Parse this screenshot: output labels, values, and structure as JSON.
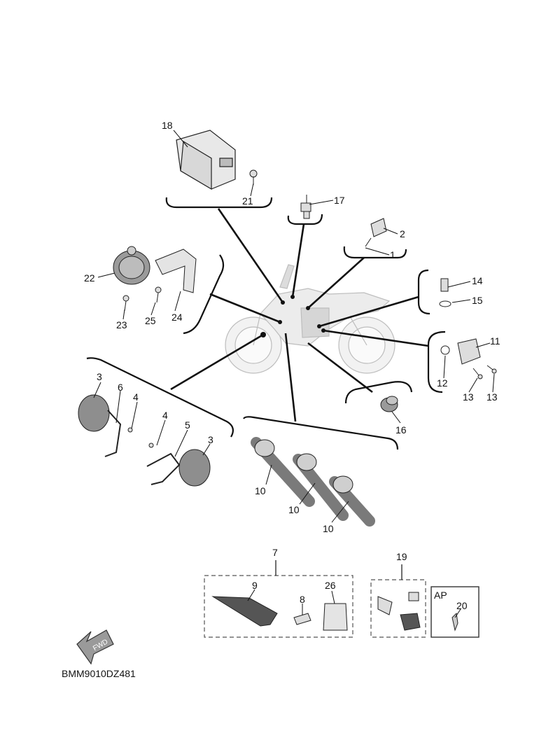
{
  "diagram_code": "BMM9010DZ481",
  "fwd_label": "FWD",
  "group_labels": {
    "optional": "AP"
  },
  "callouts": [
    {
      "id": "c1",
      "text": "1"
    },
    {
      "id": "c2",
      "text": "2"
    },
    {
      "id": "c3a",
      "text": "3"
    },
    {
      "id": "c3b",
      "text": "3"
    },
    {
      "id": "c4a",
      "text": "4"
    },
    {
      "id": "c4b",
      "text": "4"
    },
    {
      "id": "c5",
      "text": "5"
    },
    {
      "id": "c6",
      "text": "6"
    },
    {
      "id": "c7",
      "text": "7"
    },
    {
      "id": "c8",
      "text": "8"
    },
    {
      "id": "c9",
      "text": "9"
    },
    {
      "id": "c10a",
      "text": "10"
    },
    {
      "id": "c10b",
      "text": "10"
    },
    {
      "id": "c10c",
      "text": "10"
    },
    {
      "id": "c11",
      "text": "11"
    },
    {
      "id": "c12",
      "text": "12"
    },
    {
      "id": "c13a",
      "text": "13"
    },
    {
      "id": "c13b",
      "text": "13"
    },
    {
      "id": "c14",
      "text": "14"
    },
    {
      "id": "c15",
      "text": "15"
    },
    {
      "id": "c16",
      "text": "16"
    },
    {
      "id": "c17",
      "text": "17"
    },
    {
      "id": "c18",
      "text": "18"
    },
    {
      "id": "c19",
      "text": "19"
    },
    {
      "id": "c20",
      "text": "20"
    },
    {
      "id": "c21",
      "text": "21"
    },
    {
      "id": "c22",
      "text": "22"
    },
    {
      "id": "c23",
      "text": "23"
    },
    {
      "id": "c24",
      "text": "24"
    },
    {
      "id": "c25",
      "text": "25"
    },
    {
      "id": "c26",
      "text": "26"
    }
  ],
  "colors": {
    "line": "#111111",
    "part_fill": "#e6e6e6",
    "part_dark": "#8a8a8a",
    "bike": "#cfcfcf"
  }
}
